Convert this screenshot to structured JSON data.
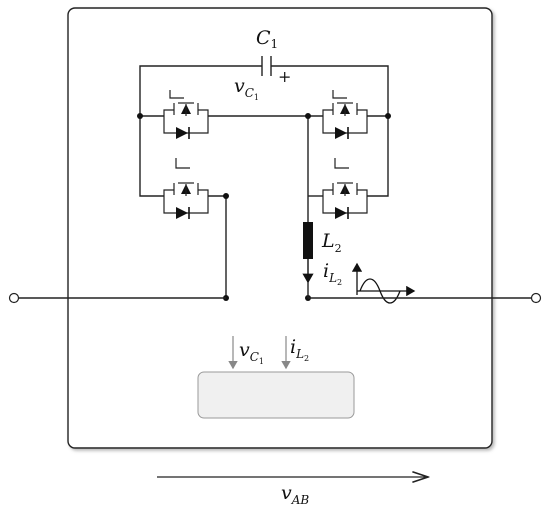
{
  "labels": {
    "capacitor": {
      "base": "C",
      "sub": "1"
    },
    "capacitor_polarity": "+",
    "cap_voltage": {
      "base": "v",
      "sub": "C",
      "subsub": "1"
    },
    "inductor": {
      "base": "L",
      "sub": "2"
    },
    "inductor_current": {
      "base": "i",
      "sub": "L",
      "subsub": "2"
    },
    "controller_input_1": {
      "base": "v",
      "sub": "C",
      "subsub": "1"
    },
    "controller_input_2": {
      "base": "i",
      "sub": "L",
      "subsub": "2"
    },
    "output_voltage": {
      "base": "v",
      "sub": "AB"
    }
  },
  "colors": {
    "stroke": "#222222",
    "frame_fill": "#ffffff",
    "controller_fill": "#f0f0f0",
    "controller_stroke": "#9a9a9a",
    "arrow_gray": "#888888"
  },
  "icons": {
    "switch": "mosfet-with-antiparallel-diode-icon",
    "terminal": "open-circle-terminal-icon",
    "waveform": "sine-wave-icon"
  }
}
